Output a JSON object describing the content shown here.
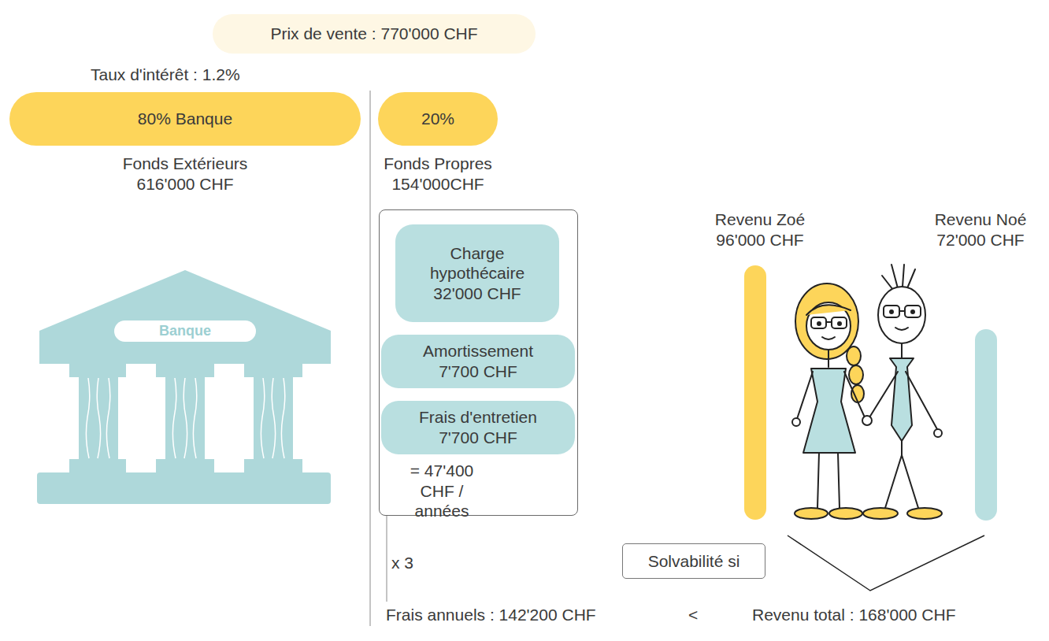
{
  "diagram": {
    "nodes": [
      {
        "text": [
          "Prix de vente : 770'000 CHF"
        ]
      },
      {
        "text": [
          "80% Banque",
          "Fonds Extérieurs 616'000 CHF"
        ]
      },
      {
        "text": [
          "20%",
          "Fonds Propres 154'000CHF"
        ]
      },
      {
        "text": [
          "= 47'400 CHF / années"
        ]
      },
      {
        "text": [
          "Charge hypothécaire",
          "32'000 CHF"
        ],
        "in": 3
      },
      {
        "text": [
          "Amortissement",
          "7'700 CHF"
        ],
        "in": 3
      },
      {
        "text": [
          "Frais d'entretien",
          "7'700 CHF"
        ],
        "in": 3
      },
      {
        "text": [
          "Solvabilité si"
        ]
      }
    ],
    "labels": [
      "Taux d'intérêt : 1.2%",
      "Banque",
      "Revenu Zoé 96'000 CHF",
      "Revenu Noé 72'000 CHF",
      "x 3",
      "Frais annuels : 142'200 CHF",
      "<",
      "Revenu total : 168'000 CHF"
    ]
  }
}
